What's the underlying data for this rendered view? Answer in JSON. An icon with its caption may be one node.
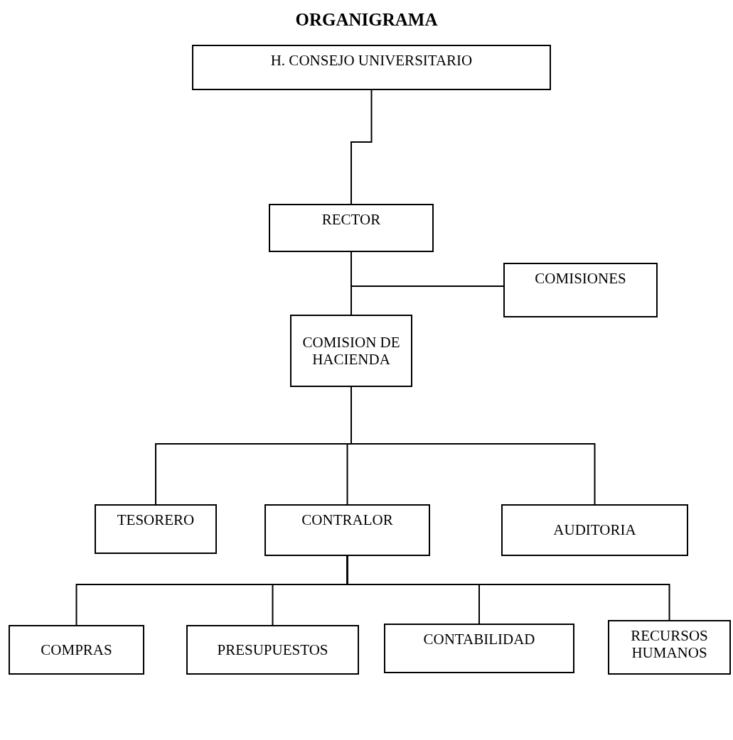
{
  "diagram": {
    "title": "ORGANIGRAMA",
    "nodes": [
      {
        "text": [
          "H. CONSEJO UNIVERSITARIO"
        ]
      },
      {
        "text": [
          "RECTOR"
        ]
      },
      {
        "text": [
          "COMISIONES"
        ]
      },
      {
        "text": [
          "COMISION DE HACIENDA"
        ]
      },
      {
        "text": [
          "TESORERO"
        ]
      },
      {
        "text": [
          "CONTRALOR"
        ]
      },
      {
        "text": [
          "AUDITORIA"
        ]
      },
      {
        "text": [
          "COMPRAS"
        ]
      },
      {
        "text": [
          "PRESUPUESTOS"
        ]
      },
      {
        "text": [
          "CONTABILIDAD"
        ]
      },
      {
        "text": [
          "RECURSOS HUMANOS"
        ]
      }
    ],
    "edges": [
      {
        "from": 0,
        "to": 1,
        "arrow": "none"
      },
      {
        "from": 1,
        "to": 3,
        "arrow": "none"
      },
      {
        "from": 1,
        "to": 2,
        "arrow": "none"
      },
      {
        "from": 3,
        "to": 4,
        "arrow": "none"
      },
      {
        "from": 3,
        "to": 5,
        "arrow": "none"
      },
      {
        "from": 3,
        "to": 6,
        "arrow": "none"
      },
      {
        "from": 5,
        "to": 7,
        "arrow": "none"
      },
      {
        "from": 5,
        "to": 8,
        "arrow": "none"
      },
      {
        "from": 5,
        "to": 9,
        "arrow": "none"
      },
      {
        "from": 5,
        "to": 10,
        "arrow": "none"
      }
    ]
  }
}
